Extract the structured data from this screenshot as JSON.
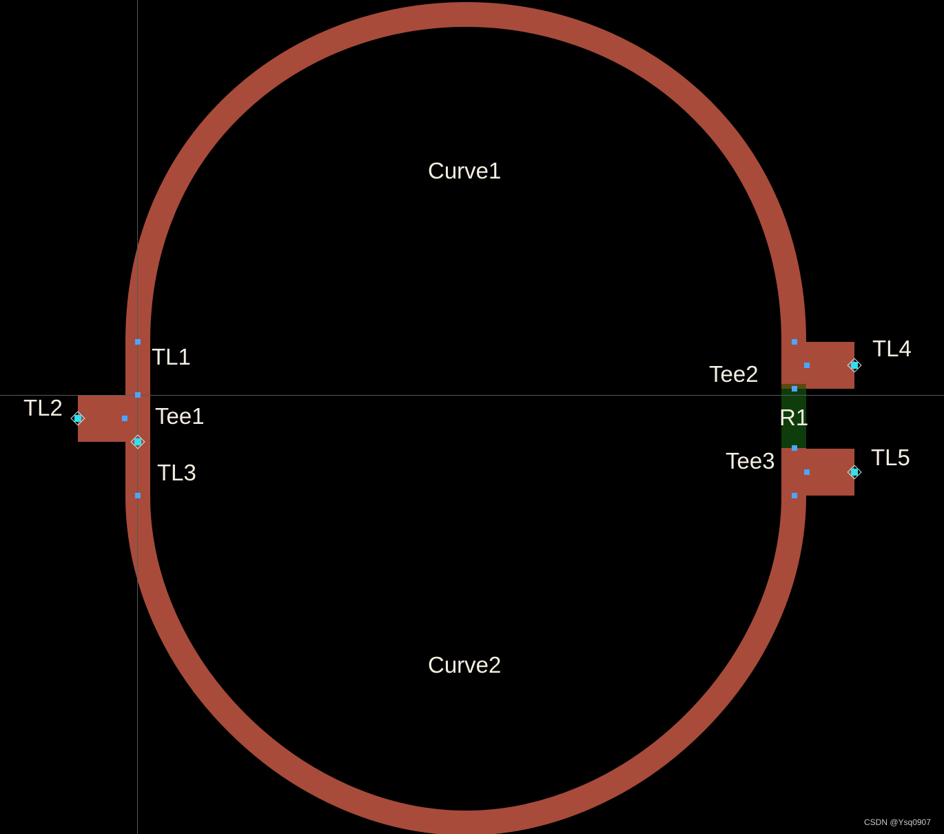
{
  "colors": {
    "background": "#000000",
    "trace": "#a84b3b",
    "resistor": "#0e3c0a",
    "crosshair": "#5a5a5a",
    "pin": "#4aa6ff",
    "port": "#2fe0f0",
    "label": "#f4eee2",
    "watermark": "#c8c8c8"
  },
  "labels": {
    "curve1": "Curve1",
    "curve2": "Curve2",
    "tl1": "TL1",
    "tl2": "TL2",
    "tl3": "TL3",
    "tl4": "TL4",
    "tl5": "TL5",
    "tee1": "Tee1",
    "tee2": "Tee2",
    "tee3": "Tee3",
    "r1": "R1"
  },
  "watermark": "CSDN @Ysq0907"
}
